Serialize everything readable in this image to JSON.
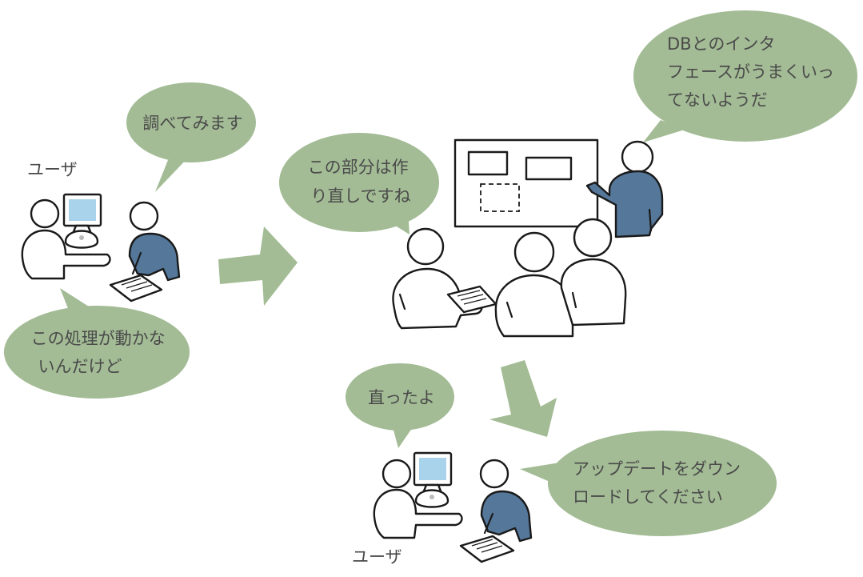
{
  "colors": {
    "bubble": "#a3bc95",
    "arrow": "#a3bc95",
    "developer_shirt": "#54779a",
    "screen": "#a9d3ea",
    "text": "#4a4a4a"
  },
  "labels": {
    "user_top": "ユーザ",
    "user_bottom": "ユーザ"
  },
  "bubbles": {
    "investigate": [
      "調べてみます"
    ],
    "not_working": [
      "この処理が動かな",
      "いんだけど"
    ],
    "rebuild": [
      "この部分は作",
      "り直しですね"
    ],
    "db_interface": [
      "DBとのインタ",
      "フェースがうまくいっ",
      "てないようだ"
    ],
    "fixed": [
      "直ったよ"
    ],
    "update": [
      "アップデートをダウン",
      "ロードしてください"
    ]
  }
}
